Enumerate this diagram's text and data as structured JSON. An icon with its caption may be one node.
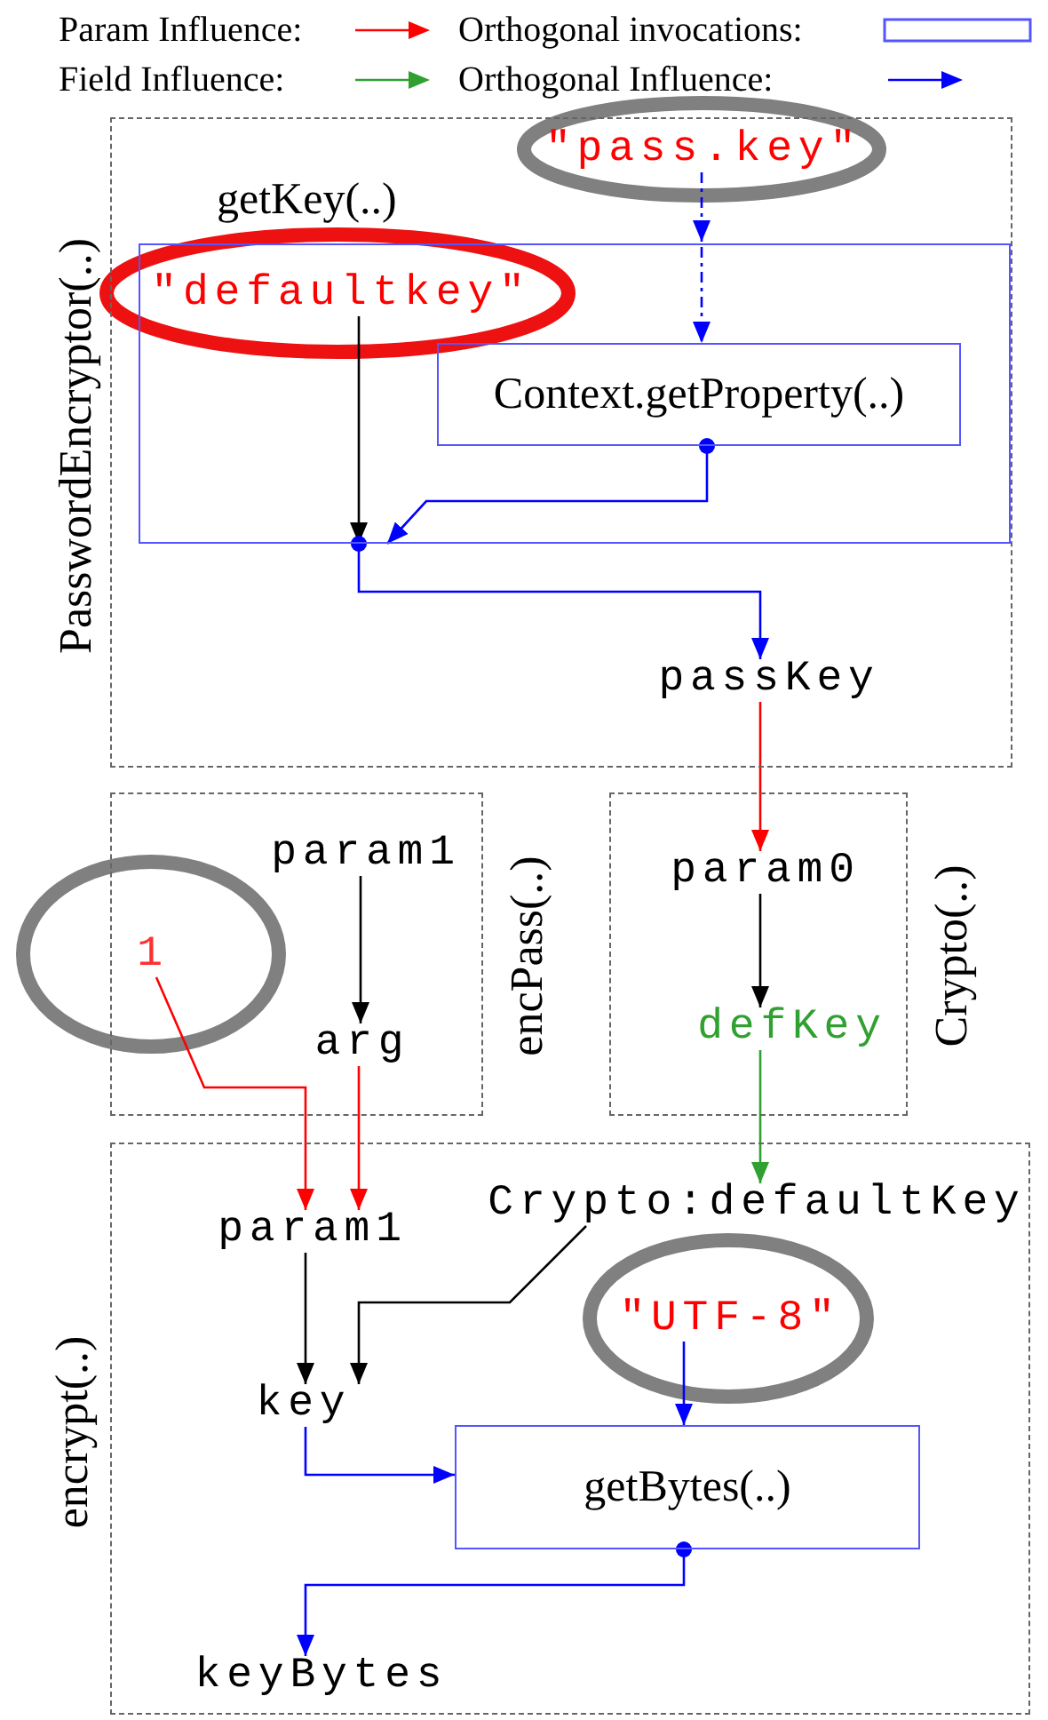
{
  "diagram": {
    "nodes": [
      {
        "text": [
          "PasswordEncryptor(..)"
        ]
      },
      {
        "text": [
          "\"pass.key\""
        ],
        "in": 0
      },
      {
        "text": [
          "getKey(..)"
        ],
        "in": 0
      },
      {
        "text": [
          "\"defaultkey\""
        ],
        "in": 2
      },
      {
        "text": [
          "Context.getProperty(..)"
        ],
        "in": 2
      },
      {
        "text": [
          "passKey"
        ],
        "in": 0
      },
      {
        "text": [
          "encPass(..)"
        ]
      },
      {
        "text": [
          "param1"
        ],
        "in": 6
      },
      {
        "text": [
          "1"
        ],
        "in": 6
      },
      {
        "text": [
          "arg"
        ],
        "in": 6
      },
      {
        "text": [
          "Crypto(..)"
        ]
      },
      {
        "text": [
          "param0"
        ],
        "in": 10
      },
      {
        "text": [
          "defKey"
        ],
        "in": 10
      },
      {
        "text": [
          "encrypt(..)"
        ]
      },
      {
        "text": [
          "param1"
        ],
        "in": 13
      },
      {
        "text": [
          "Crypto:defaultKey"
        ],
        "in": 13
      },
      {
        "text": [
          "\"UTF-8\""
        ],
        "in": 13
      },
      {
        "text": [
          "key"
        ],
        "in": 13
      },
      {
        "text": [
          "getBytes(..)"
        ],
        "in": 13
      },
      {
        "text": [
          "keyBytes"
        ],
        "in": 13
      }
    ],
    "edges": [
      {
        "from": 1,
        "to": 4,
        "arrow": "to",
        "style": "dashed",
        "color": "#0000ff"
      },
      {
        "from": 3,
        "to": 2,
        "arrow": "to",
        "color": "#000000"
      },
      {
        "from": 4,
        "to": 2,
        "arrow": "to",
        "color": "#0000ff"
      },
      {
        "from": 2,
        "to": 5,
        "arrow": "to",
        "color": "#0000ff"
      },
      {
        "from": 5,
        "to": 11,
        "arrow": "to",
        "color": "#ff0000"
      },
      {
        "from": 7,
        "to": 9,
        "arrow": "to",
        "color": "#000000"
      },
      {
        "from": 8,
        "to": 14,
        "arrow": "to",
        "color": "#ff0000"
      },
      {
        "from": 9,
        "to": 14,
        "arrow": "to",
        "color": "#ff0000"
      },
      {
        "from": 11,
        "to": 12,
        "arrow": "to",
        "color": "#000000"
      },
      {
        "from": 12,
        "to": 15,
        "arrow": "to",
        "color": "#30a030"
      },
      {
        "from": 14,
        "to": 17,
        "arrow": "to",
        "color": "#000000"
      },
      {
        "from": 15,
        "to": 17,
        "arrow": "to",
        "color": "#000000"
      },
      {
        "from": 16,
        "to": 18,
        "arrow": "to",
        "color": "#0000ff"
      },
      {
        "from": 17,
        "to": 18,
        "arrow": "to",
        "color": "#0000ff"
      },
      {
        "from": 18,
        "to": 19,
        "arrow": "to",
        "color": "#0000ff"
      }
    ],
    "legend": [
      {
        "text": "Param Influence:"
      },
      {
        "text": "Orthogonal invocations:"
      },
      {
        "text": "Field Influence:"
      },
      {
        "text": "Orthogonal Influence:"
      }
    ]
  }
}
